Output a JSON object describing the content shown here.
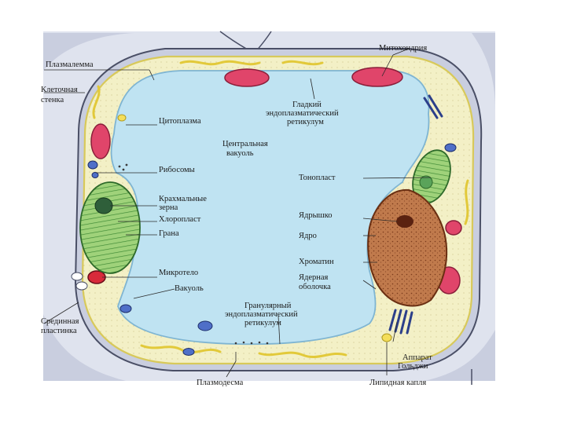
{
  "colors": {
    "background": "#ffffff",
    "wall": "#c9cedf",
    "wall_line": "#4a4f66",
    "cytoplasm": "#f3f0c6",
    "vacuole": "#bfe3f2",
    "er_yellow": "#e6d24a",
    "mitochondria": "#e0456a",
    "chloroplast": "#7fbf5a",
    "nucleus": "#b86a3e",
    "golgi": "#2c3f8a"
  },
  "icons": [
    "mitochondrion-shape",
    "chloroplast-shape",
    "nucleus-shape",
    "golgi-stack-shape",
    "ribosome-dots"
  ],
  "labels": {
    "plasmalemma": "Плазмалемма",
    "cell_wall_1": "Клеточная",
    "cell_wall_2": "стенка",
    "cytoplasm": "Цитоплазма",
    "ribosomes": "Рибосомы",
    "starch_1": "Крахмальные",
    "starch_2": "зерна",
    "chloroplast": "Хлоропласт",
    "grana": "Грана",
    "microbody": "Микротело",
    "vacuole": "Вакуоль",
    "middle_lamella_1": "Срединная",
    "middle_lamella_2": "пластинка",
    "plasmodesma": "Плазмодесма",
    "mitochondria": "Митохондрия",
    "smooth_er_1": "Гладкий",
    "smooth_er_2": "эндоплазматический",
    "smooth_er_3": "ретикулум",
    "central_vacuole_1": "Центральная",
    "central_vacuole_2": "вакуоль",
    "tonoplast": "Тонопласт",
    "nucleolus": "Ядрышко",
    "nucleus": "Ядро",
    "chromatin": "Хроматин",
    "nuclear_envelope_1": "Ядерная",
    "nuclear_envelope_2": "оболочка",
    "rough_er_1": "Гранулярный",
    "rough_er_2": "эндоплазматический",
    "rough_er_3": "ретикулум",
    "golgi_1": "Аппарат",
    "golgi_2": "Гольджи",
    "lipid_droplet": "Липидная капля"
  }
}
